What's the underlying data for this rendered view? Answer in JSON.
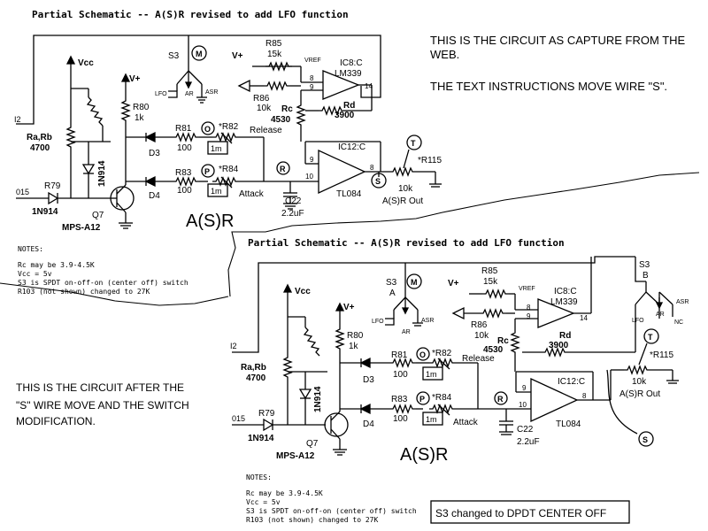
{
  "top": {
    "title": "Partial Schematic -- A(S)R revised to add LFO function",
    "note1": "THIS IS THE CIRCUIT AS CAPTURE FROM THE",
    "note2": "WEB.",
    "note3": "THE TEXT INSTRUCTIONS MOVE WIRE \"S\".",
    "section_label": "A(S)R",
    "labels": {
      "vcc": "Vcc",
      "vplus": "V+",
      "vplus2": "V+",
      "s3": "S3",
      "m": "M",
      "lfo": "LFO",
      "ar": "AR",
      "asr": "ASR",
      "r85": "R85",
      "k15": "15k",
      "vref": "VREF",
      "ic8": "IC8:C",
      "lm339": "LM339",
      "r86": "R86",
      "k10": "10k",
      "rc": "Rc",
      "v4530": "4530",
      "rd": "Rd",
      "v3900": "3900",
      "pin8": "8",
      "pin9": "9",
      "pin14": "14",
      "r80": "R80",
      "k1": "1k",
      "r81": "R81",
      "v100a": "100",
      "o": "O",
      "r82": "*R82",
      "m1a": "1m",
      "release": "Release",
      "r83": "R83",
      "v100b": "100",
      "p": "P",
      "r84": "*R84",
      "m1b": "1m",
      "attack": "Attack",
      "ic12": "IC12:C",
      "pin9b": "9",
      "pin10": "10",
      "pin8b": "8",
      "tl084": "TL084",
      "r": "R",
      "s": "S",
      "t": "T",
      "r115": "*R115",
      "k10b": "10k",
      "asrout": "A(S)R Out",
      "c22": "C22",
      "uf": "2.2uF",
      "rarb": "Ra,Rb",
      "v4700": "4700",
      "i2": "I2",
      "d3": "D3",
      "d4": "D4",
      "o15": "015",
      "r79": "R79",
      "n914a": "1N914",
      "n914b": "1N914",
      "q7": "Q7",
      "mps": "MPS-A12"
    }
  },
  "notes": {
    "heading": "NOTES:",
    "line1": "Rc may be 3.9-4.5K",
    "line2": "Vcc = 5v",
    "line3": "S3 is SPDT on-off-on (center off) switch",
    "line4": "R103 (not shown) changed to 27K"
  },
  "bottom": {
    "title": "Partial Schematic -- A(S)R revised to add LFO function",
    "left_note1": "THIS IS THE CIRCUIT AFTER THE",
    "left_note2": "\"S\" WIRE MOVE AND THE SWITCH",
    "left_note3": "MODIFICATION.",
    "section_label": "A(S)R",
    "boxed_note": "S3 changed to DPDT CENTER OFF",
    "labels": {
      "vcc": "Vcc",
      "vplus": "V+",
      "vplus2": "V+",
      "s3": "S3",
      "a": "A",
      "b": "B",
      "m": "M",
      "lfo": "LFO",
      "lfo2": "LFO",
      "ar": "AR",
      "ar2": "AR",
      "asr": "ASR",
      "asr2": "ASR",
      "nc": "NC",
      "r85": "R85",
      "k15": "15k",
      "vref": "VREF",
      "ic8": "IC8:C",
      "lm339": "LM339",
      "r86": "R86",
      "k10": "10k",
      "rc": "Rc",
      "v4530": "4530",
      "rd": "Rd",
      "v3900": "3900",
      "pin8": "8",
      "pin9": "9",
      "pin14": "14",
      "r80": "R80",
      "k1": "1k",
      "r81": "R81",
      "v100a": "100",
      "o": "O",
      "r82": "*R82",
      "m1a": "1m",
      "release": "Release",
      "r83": "R83",
      "v100b": "100",
      "p": "P",
      "r84": "*R84",
      "m1b": "1m",
      "attack": "Attack",
      "ic12": "IC12:C",
      "pin9b": "9",
      "pin10": "10",
      "pin8b": "8",
      "tl084": "TL084",
      "r": "R",
      "s": "S",
      "t": "T",
      "r115": "*R115",
      "k10b": "10k",
      "asrout": "A(S)R Out",
      "c22": "C22",
      "uf": "2.2uF",
      "rarb": "Ra,Rb",
      "v4700": "4700",
      "i2": "I2",
      "d3": "D3",
      "d4": "D4",
      "o15": "015",
      "r79": "R79",
      "n914a": "1N914",
      "n914b": "1N914",
      "q7": "Q7",
      "mps": "MPS-A12"
    }
  },
  "notes2": {
    "heading": "NOTES:",
    "line1": "Rc may be 3.9-4.5K",
    "line2": "Vcc = 5v",
    "line3": "S3 is SPDT on-off-on (center off) switch",
    "line4": "R103 (not shown) changed to 27K"
  }
}
